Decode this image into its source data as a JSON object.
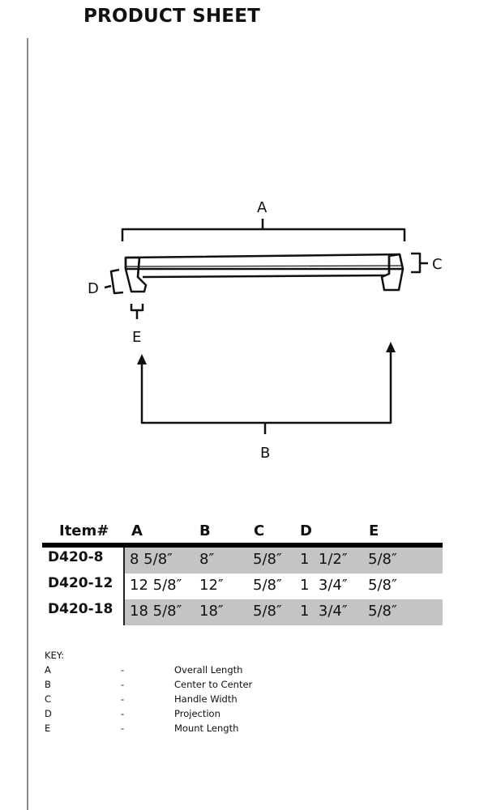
{
  "document": {
    "title": "PRODUCT SHEET"
  },
  "diagram": {
    "labels": {
      "A": "A",
      "B": "B",
      "C": "C",
      "D": "D",
      "E": "E"
    }
  },
  "table": {
    "headers": [
      "Item#",
      "A",
      "B",
      "C",
      "D",
      "E"
    ],
    "rows": [
      {
        "item": "D420-8",
        "A": "8 5/8″",
        "B": "8″",
        "C": "5/8″",
        "D": "1  1/2″",
        "E": "5/8″",
        "shaded": true
      },
      {
        "item": "D420-12",
        "A": "12 5/8″",
        "B": "12″",
        "C": "5/8″",
        "D": "1  3/4″",
        "E": "5/8″",
        "shaded": false
      },
      {
        "item": "D420-18",
        "A": "18 5/8″",
        "B": "18″",
        "C": "5/8″",
        "D": "1  3/4″",
        "E": "5/8″",
        "shaded": true
      }
    ],
    "shade_color": "#c4c4c4"
  },
  "key": {
    "title": "KEY:",
    "items": [
      {
        "letter": "A",
        "dash": "-",
        "desc": "Overall Length"
      },
      {
        "letter": "B",
        "dash": "-",
        "desc": "Center to Center"
      },
      {
        "letter": "C",
        "dash": "-",
        "desc": "Handle Width"
      },
      {
        "letter": "D",
        "dash": "-",
        "desc": "Projection"
      },
      {
        "letter": "E",
        "dash": "-",
        "desc": "Mount Length"
      }
    ]
  }
}
